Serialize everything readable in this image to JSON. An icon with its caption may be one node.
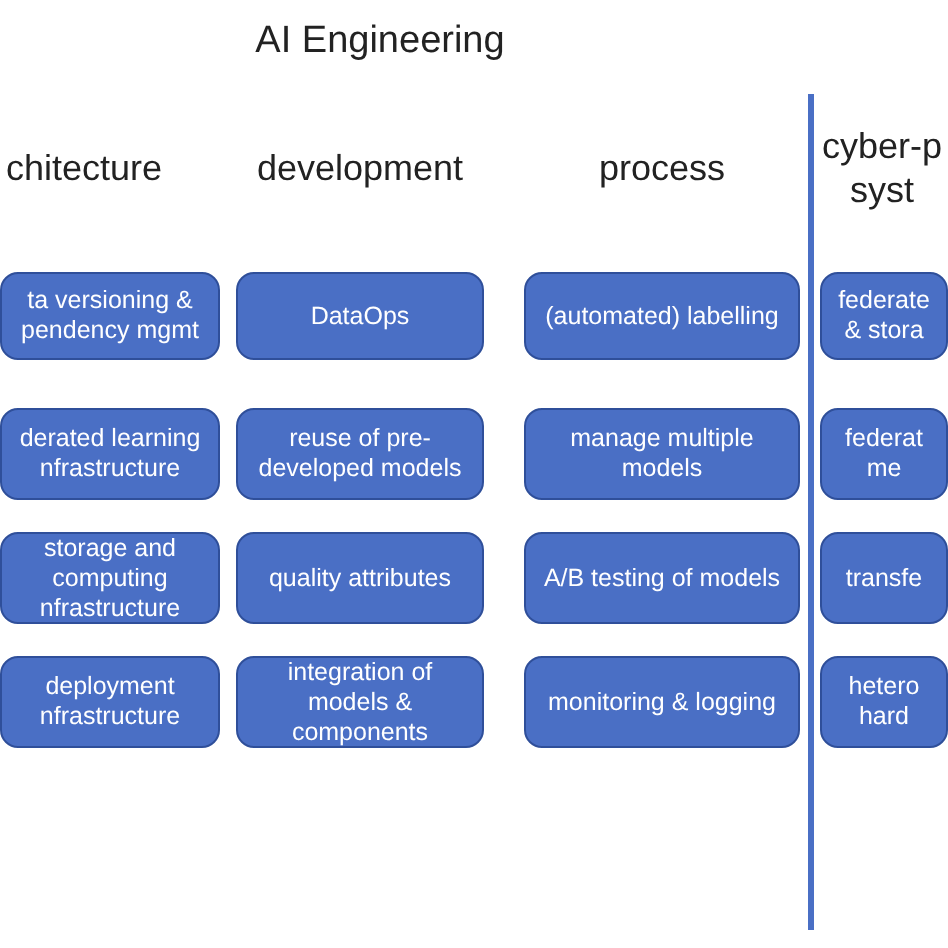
{
  "diagram": {
    "title": "AI Engineering",
    "nodes": [
      {
        "text": [
          "ta versioning & pendency mgmt"
        ]
      },
      {
        "text": [
          "DataOps"
        ]
      },
      {
        "text": [
          "(automated) labelling"
        ]
      },
      {
        "text": [
          "federate & stora"
        ]
      },
      {
        "text": [
          "derated learning nfrastructure"
        ]
      },
      {
        "text": [
          "reuse of pre-developed models"
        ]
      },
      {
        "text": [
          "manage multiple models"
        ]
      },
      {
        "text": [
          "federat me"
        ]
      },
      {
        "text": [
          "storage and computing nfrastructure"
        ]
      },
      {
        "text": [
          "quality attributes"
        ]
      },
      {
        "text": [
          "A/B testing of models"
        ]
      },
      {
        "text": [
          "transfe"
        ]
      },
      {
        "text": [
          "deployment nfrastructure"
        ]
      },
      {
        "text": [
          "integration of models & components"
        ]
      },
      {
        "text": [
          "monitoring & logging"
        ]
      },
      {
        "text": [
          "hetero hard"
        ]
      }
    ],
    "labels": [
      "chitecture",
      "development",
      "process",
      "cyber-p syst"
    ]
  }
}
